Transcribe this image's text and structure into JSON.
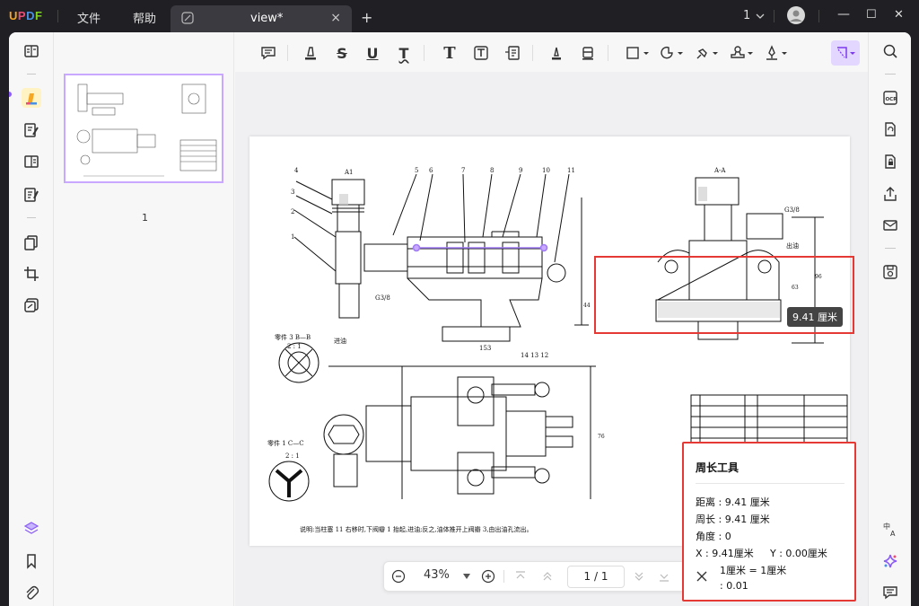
{
  "app": {
    "logo": "UPDF",
    "menu_file": "文件",
    "menu_help": "帮助"
  },
  "tab": {
    "title": "view*",
    "close": "×",
    "new": "+"
  },
  "window": {
    "page_selector": "1",
    "minimize": "—",
    "maximize": "☐",
    "close": "✕"
  },
  "thumbnails": {
    "page_number": "1"
  },
  "zoom": {
    "minus": "−",
    "value": "43%",
    "plus": "+",
    "page_current": "1",
    "page_sep": "/",
    "page_total": "1"
  },
  "tooltip": {
    "distance_label": "9.41 厘米"
  },
  "measure_panel": {
    "title": "周长工具",
    "distance": "距离 : 9.41 厘米",
    "perimeter": "周长 : 9.41 厘米",
    "angle": "角度 : 0",
    "x": "X : 9.41厘米",
    "y": "Y : 0.00厘米",
    "scale": "1厘米 = 1厘米",
    "precision": ": 0.01"
  },
  "drawing": {
    "titles": [
      "A1",
      "A-A",
      "零件 3 B—B",
      "2 : 1",
      "零件 1 C—C",
      "2 : 1"
    ],
    "labels": [
      "进油",
      "出油",
      "G3/8",
      "153",
      "76",
      "96",
      "44",
      "63"
    ],
    "caption": "说明:当柱塞 11 右移时,下阀瓣 1 抬起,进油;反之,油体推开上阀瓣 3,由出油孔流出。",
    "part_numbers": [
      "4",
      "3",
      "2",
      "1",
      "5",
      "6",
      "7",
      "8",
      "9",
      "10",
      "11",
      "14",
      "13",
      "12"
    ]
  },
  "colors": {
    "accent": "#e53935",
    "selection": "#c9a8ff",
    "brand_purple": "#8b5cf6"
  }
}
